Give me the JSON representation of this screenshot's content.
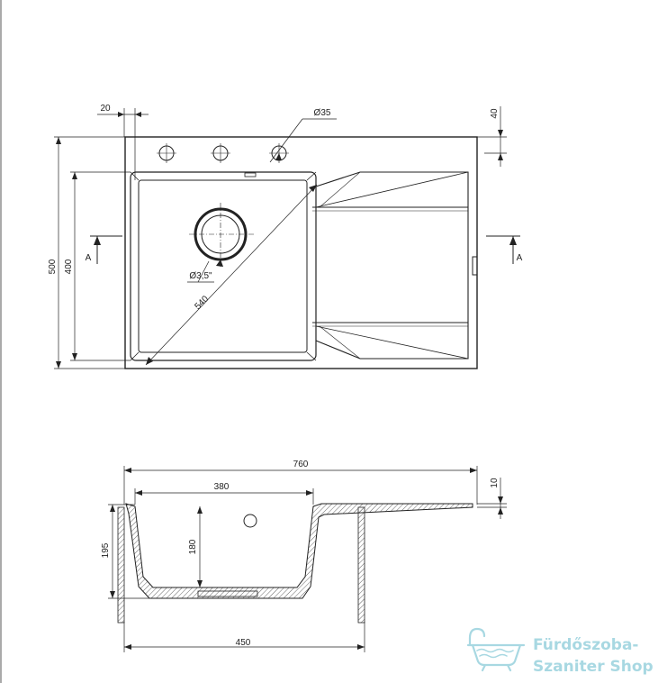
{
  "top_view": {
    "dimensions": {
      "overall_depth": "500",
      "bowl_depth": "400",
      "edge_offset": "20",
      "tap_hole": "Ø35",
      "tap_hole_offset": "40",
      "drain": "Ø3,5\"",
      "diagonal": "540"
    },
    "section_marker": "A"
  },
  "section_view": {
    "dimensions": {
      "overall_width": "760",
      "bowl_width": "380",
      "rim_thickness": "10",
      "total_height": "195",
      "bowl_height": "180",
      "cabinet_width": "450"
    }
  },
  "watermark": {
    "line1": "Fürdőszoba-",
    "line2": "Szaniter Shop",
    "color": "#9fd4df"
  }
}
